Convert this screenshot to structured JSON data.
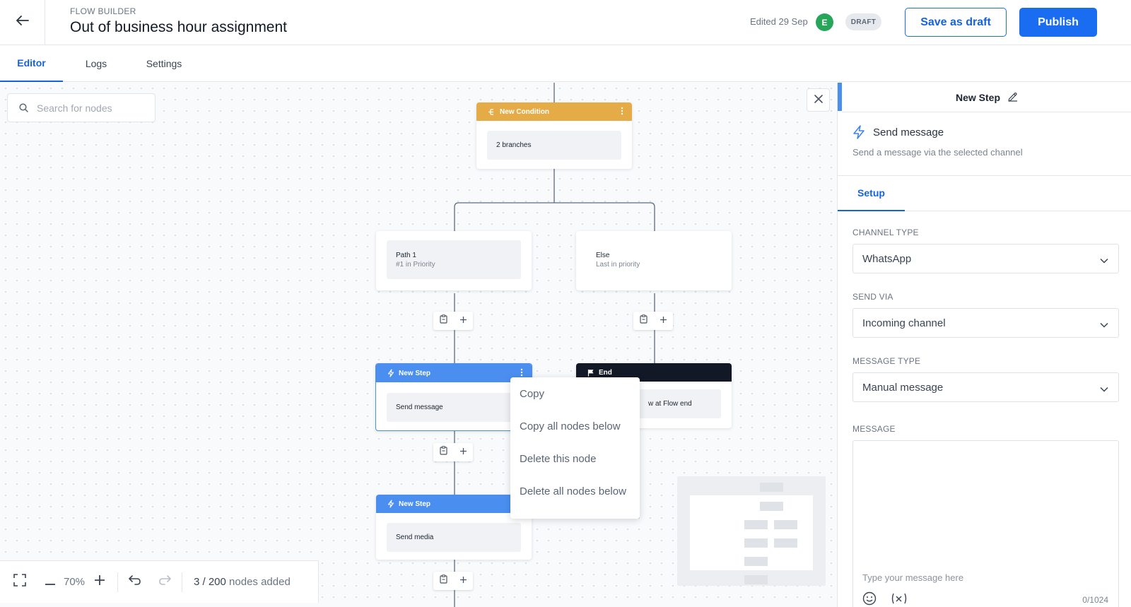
{
  "header": {
    "eyebrow": "FLOW BUILDER",
    "title": "Out of business hour assignment",
    "edited": "Edited 29 Sep",
    "avatar_initial": "E",
    "status_badge": "DRAFT",
    "save_draft_label": "Save as draft",
    "publish_label": "Publish"
  },
  "tabs": [
    {
      "label": "Editor",
      "active": true
    },
    {
      "label": "Logs",
      "active": false
    },
    {
      "label": "Settings",
      "active": false
    }
  ],
  "canvas": {
    "search_placeholder": "Search for nodes",
    "nodes": {
      "condition": {
        "type": "New Condition",
        "body": "2 branches"
      },
      "path1": {
        "title": "Path 1",
        "subtitle": "#1 in Priority"
      },
      "else": {
        "title": "Else",
        "subtitle": "Last in priority"
      },
      "step1": {
        "type": "New Step",
        "body": "Send message"
      },
      "end": {
        "type": "End",
        "body": "w at Flow end"
      },
      "step2": {
        "type": "New Step",
        "body": "Send media"
      }
    },
    "context_menu": [
      "Copy",
      "Copy all nodes below",
      "Delete this node",
      "Delete all nodes below"
    ],
    "zoom_level": "70%",
    "nodes_count": "3 / 200",
    "nodes_count_suffix": "nodes added"
  },
  "panel": {
    "title": "New Step",
    "action_title": "Send message",
    "action_description": "Send a message via the selected channel",
    "setup_tab": "Setup",
    "fields": {
      "channel_type": {
        "label": "CHANNEL TYPE",
        "value": "WhatsApp"
      },
      "send_via": {
        "label": "SEND VIA",
        "value": "Incoming channel"
      },
      "message_type": {
        "label": "MESSAGE TYPE",
        "value": "Manual message"
      },
      "message": {
        "label": "MESSAGE",
        "placeholder": "Type your message here",
        "counter": "0/1024"
      }
    }
  },
  "colors": {
    "accent": "#1a6cf0",
    "condition_header": "#e5ab47",
    "step_header": "#4a8ff0",
    "end_header": "#121826",
    "avatar": "#27a65a"
  }
}
